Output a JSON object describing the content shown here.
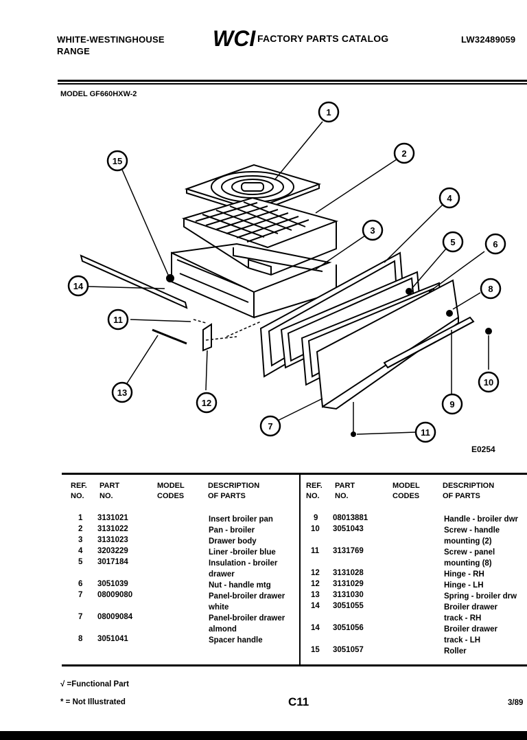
{
  "header": {
    "brand_line1": "WHITE-WESTINGHOUSE",
    "brand_line2": "RANGE",
    "logo_text": "WCI",
    "catalog_title": "FACTORY PARTS CATALOG",
    "catalog_number": "LW32489059"
  },
  "model_label": "MODEL GF660HXW-2",
  "diagram": {
    "callouts": [
      "1",
      "2",
      "3",
      "4",
      "5",
      "6",
      "8",
      "10",
      "9",
      "11",
      "7",
      "12",
      "13",
      "11",
      "14",
      "15"
    ],
    "figure_code": "E0254"
  },
  "table": {
    "left_headers": {
      "ref": "REF.\nNO.",
      "part": "PART\nNO.",
      "model": "MODEL\nCODES",
      "desc": "DESCRIPTION\nOF PARTS"
    },
    "right_headers": {
      "ref": "REF.\nNO.",
      "part": "PART\nNO.",
      "model": "MODEL\nCODES",
      "desc": "DESCRIPTION\nOF PARTS"
    },
    "left_rows": [
      {
        "ref": "1",
        "part": "3131021",
        "desc": "Insert broiler pan"
      },
      {
        "ref": "2",
        "part": "3131022",
        "desc": "Pan - broiler"
      },
      {
        "ref": "3",
        "part": "3131023",
        "desc": "Drawer body"
      },
      {
        "ref": "4",
        "part": "3203229",
        "desc": "Liner -broiler blue"
      },
      {
        "ref": "5",
        "part": "3017184",
        "desc": "Insulation - broiler\ndrawer"
      },
      {
        "ref": "6",
        "part": "3051039",
        "desc": "Nut - handle mtg"
      },
      {
        "ref": "7",
        "part": "08009080",
        "desc": "Panel-broiler drawer\nwhite"
      },
      {
        "ref": "7",
        "part": "08009084",
        "desc": "Panel-broiler drawer\nalmond"
      },
      {
        "ref": "8",
        "part": "3051041",
        "desc": "Spacer handle"
      }
    ],
    "right_rows": [
      {
        "ref": "9",
        "part": "08013881",
        "desc": "Handle - broiler dwr"
      },
      {
        "ref": "10",
        "part": "3051043",
        "desc": "Screw - handle\nmounting (2)"
      },
      {
        "ref": "11",
        "part": "3131769",
        "desc": "Screw - panel\nmounting (8)"
      },
      {
        "ref": "12",
        "part": "3131028",
        "desc": "Hinge - RH"
      },
      {
        "ref": "12",
        "part": "3131029",
        "desc": "Hinge - LH"
      },
      {
        "ref": "13",
        "part": "3131030",
        "desc": "Spring - broiler drw"
      },
      {
        "ref": "14",
        "part": "3051055",
        "desc": "Broiler drawer\ntrack - RH"
      },
      {
        "ref": "14",
        "part": "3051056",
        "desc": "Broiler drawer\ntrack - LH"
      },
      {
        "ref": "15",
        "part": "3051057",
        "desc": "Roller"
      }
    ]
  },
  "footer": {
    "legend_functional": "√ =Functional Part",
    "legend_not_illustrated": "* = Not Illustrated",
    "page_code": "C11",
    "date": "3/89"
  }
}
